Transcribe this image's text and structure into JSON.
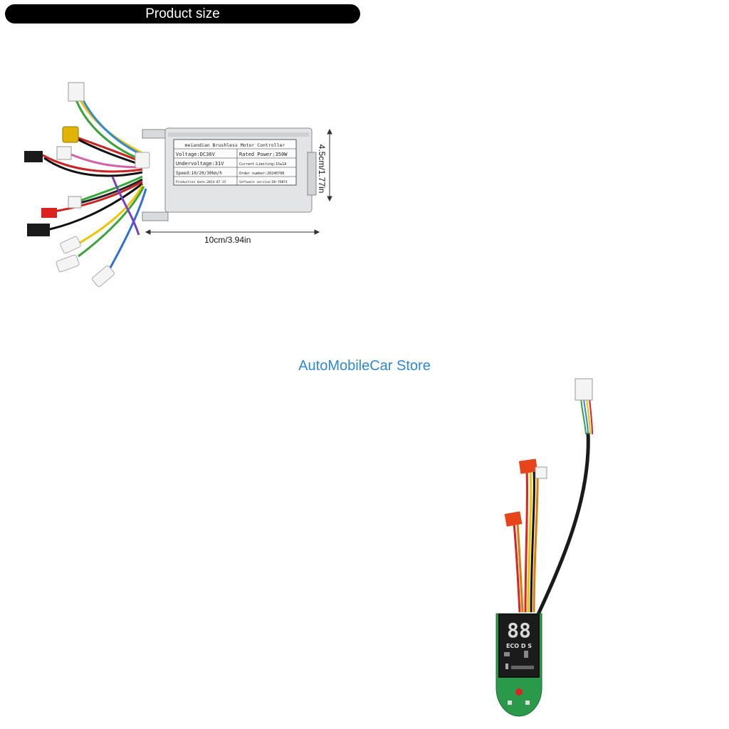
{
  "banner": {
    "title": "Product size"
  },
  "controller": {
    "header": "meiandian  Brushless Motor Controller",
    "voltage": "Voltage:DC36V",
    "rated_power": "Rated Power:350W",
    "undervoltage": "Undervoltage:31V",
    "current_limiting": "Current-Limiting:15±1A",
    "speed": "Speed:10/20/30km/h",
    "order_number": "Order number:20240708",
    "production_date": "Production date:2024-07-15",
    "software_version": "Software version:DH-YDB74"
  },
  "dimensions": {
    "width": "10cm/3.94in",
    "height": "4.5cm/1.77in"
  },
  "store": {
    "name": "AutoMobileCar Store"
  },
  "display": {
    "digits": "88",
    "modes": "ECO D S"
  }
}
